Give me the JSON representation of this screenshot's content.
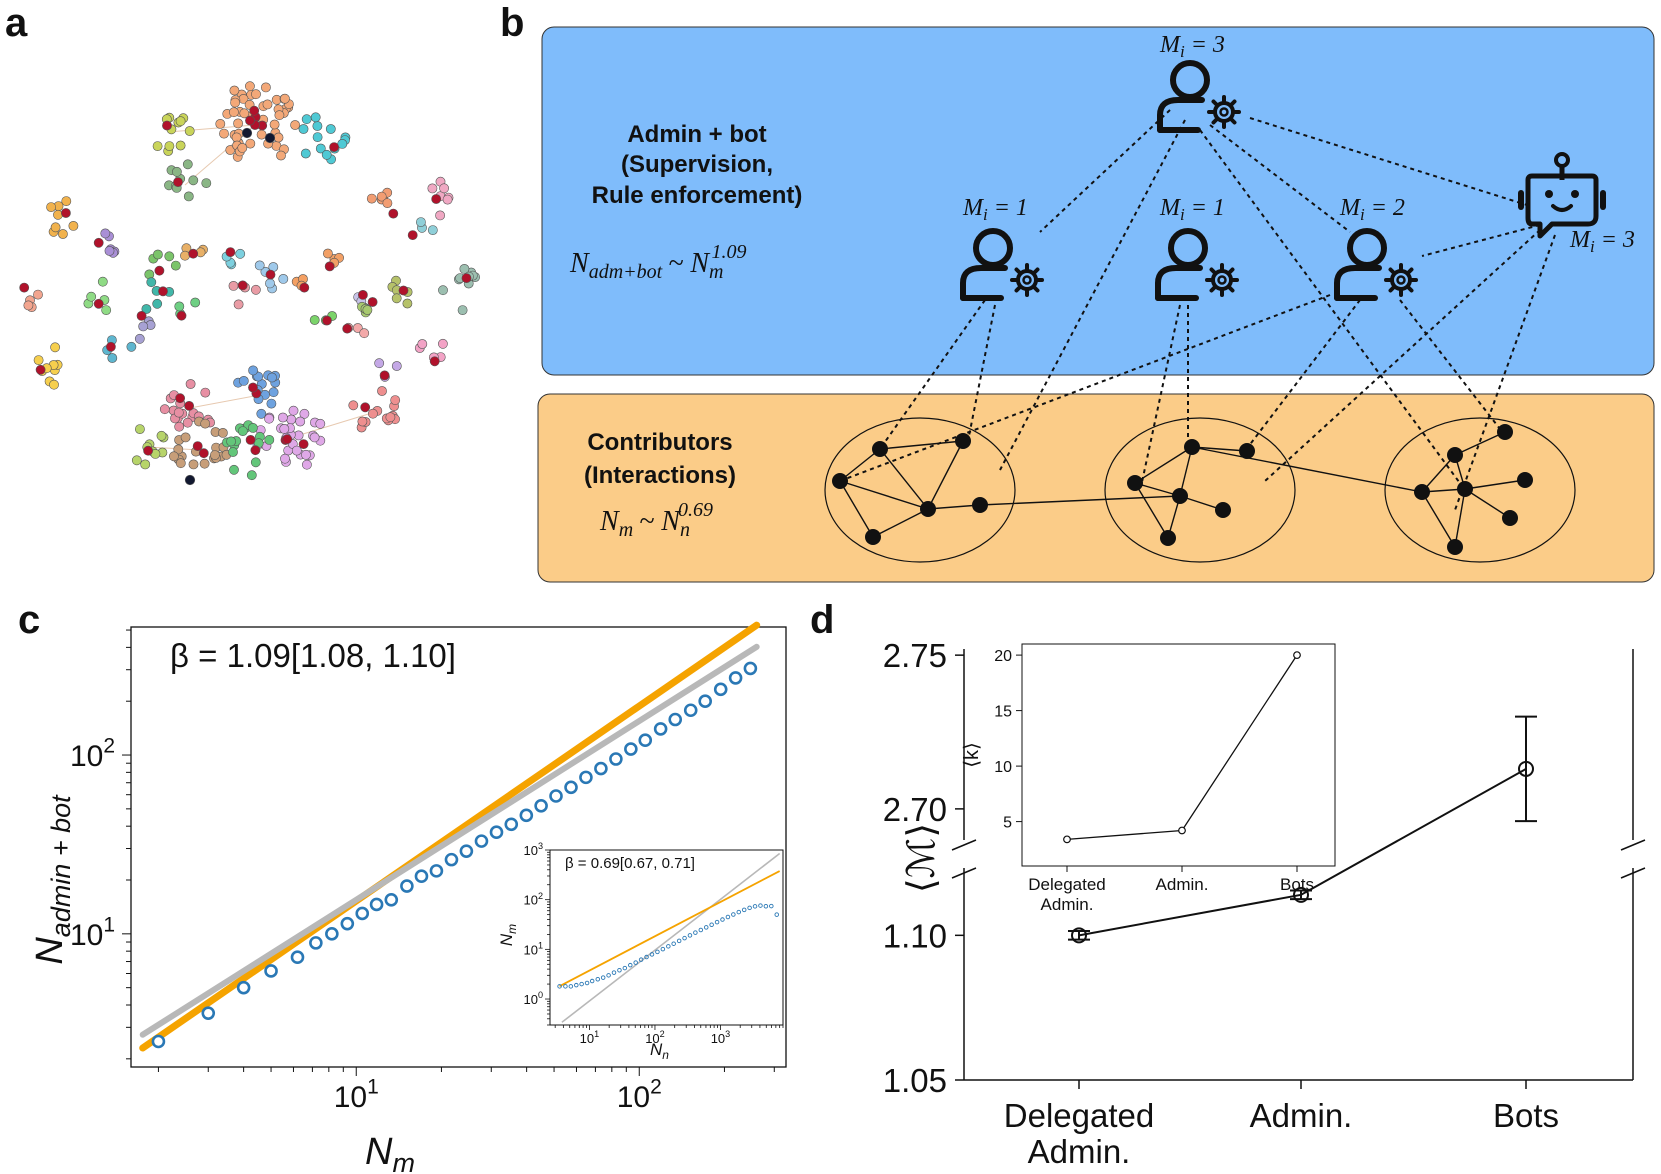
{
  "panel_labels": {
    "a": "a",
    "b": "b",
    "c": "c",
    "d": "d"
  },
  "panel_b": {
    "admin_title_1": "Admin + bot",
    "admin_title_2": "(Supervision,",
    "admin_title_3": "Rule enforcement)",
    "admin_formula_base": "N",
    "admin_formula_sub": "adm+bot",
    "admin_formula_rel": "~ N",
    "admin_formula_rhs_sub": "m",
    "admin_formula_exp": "1.09",
    "contrib_title_1": "Contributors",
    "contrib_title_2": "(Interactions)",
    "contrib_formula_base": "N",
    "contrib_formula_sub": "m",
    "contrib_formula_rel": "~ N",
    "contrib_formula_rhs_sub": "n",
    "contrib_formula_exp": "0.69",
    "mi_labels": [
      "M",
      "i",
      " = 3",
      " = 1",
      " = 1",
      " = 2",
      " = 3"
    ],
    "colors": {
      "admin_box": "#7fbcfb",
      "contrib_box": "#fbcc88"
    }
  },
  "panel_c": {
    "beta_text": "β = 1.09[1.08, 1.10]",
    "xlabel_base": "N",
    "xlabel_sub": "m",
    "ylabel_base": "N",
    "ylabel_sub": "admin + bot",
    "xticks": [
      {
        "base": "10",
        "exp": "1"
      },
      {
        "base": "10",
        "exp": "2"
      }
    ],
    "yticks": [
      {
        "base": "10",
        "exp": "1"
      },
      {
        "base": "10",
        "exp": "2"
      }
    ],
    "inset": {
      "beta_text": "β = 0.69[0.67, 0.71]",
      "xlabel_base": "N",
      "xlabel_sub": "n",
      "ylabel_base": "N",
      "ylabel_sub": "m",
      "xticks": [
        {
          "base": "10",
          "exp": "1"
        },
        {
          "base": "10",
          "exp": "2"
        },
        {
          "base": "10",
          "exp": "3"
        }
      ],
      "yticks": [
        {
          "base": "10",
          "exp": "0"
        },
        {
          "base": "10",
          "exp": "1"
        },
        {
          "base": "10",
          "exp": "2"
        },
        {
          "base": "10",
          "exp": "3"
        }
      ]
    }
  },
  "panel_d": {
    "ylabel": "⟨ℳ⟩",
    "yticks_upper": [
      "2.75",
      "2.70"
    ],
    "yticks_lower": [
      "1.10",
      "1.05"
    ],
    "categories_line1": [
      "Delegated",
      "Admin.",
      "Bots"
    ],
    "categories_line2": [
      "Admin.",
      "",
      ""
    ],
    "inset": {
      "ylabel": "⟨k⟩",
      "yticks": [
        "20",
        "15",
        "10",
        "5"
      ],
      "categories_line1": [
        "Delegated",
        "Admin.",
        "Bots"
      ],
      "categories_line2": [
        "Admin.",
        "",
        ""
      ]
    }
  },
  "chart_data": [
    {
      "type": "scatter",
      "title": "β = 1.09[1.08, 1.10]",
      "xlabel": "N_m",
      "ylabel": "N_admin + bot",
      "xscale": "log",
      "yscale": "log",
      "xlim": [
        1.6,
        330
      ],
      "ylim": [
        1.8,
        520
      ],
      "series": [
        {
          "values_x": [
            2,
            3,
            4,
            5,
            6.2,
            7.2,
            8.2,
            9.3,
            10.5,
            11.8,
            13.3,
            15.1,
            17,
            19.2,
            21.7,
            24.5,
            27.7,
            31.3,
            35.3,
            39.9,
            45,
            50.8,
            57.4,
            64.8,
            73.2,
            82.7,
            93.4,
            105,
            119,
            134,
            152,
            171,
            194,
            219,
            247
          ],
          "values_y": [
            2.5,
            3.6,
            5,
            6.2,
            7.4,
            8.9,
            10,
            11.4,
            13,
            14.6,
            15.5,
            18.5,
            21,
            22.5,
            26,
            29,
            33,
            37,
            41,
            46,
            52,
            59,
            66,
            75,
            84,
            95,
            108,
            121,
            140,
            158,
            178,
            200,
            233,
            270,
            305
          ]
        }
      ],
      "fit_lines": [
        "β = 1.09 fit",
        "reference slope 1"
      ],
      "grid": false
    },
    {
      "type": "scatter",
      "title": "β = 0.69[0.67, 0.71]",
      "xlabel": "N_n",
      "ylabel": "N_m",
      "xscale": "log",
      "yscale": "log",
      "xlim": [
        2.5,
        9000
      ],
      "ylim": [
        0.3,
        1000
      ],
      "series": [
        {
          "values_x": [
            3.5,
            4.3,
            5.2,
            6.3,
            7.6,
            9.2,
            11,
            13.4,
            16.2,
            19.6,
            23.7,
            28.7,
            34.7,
            42,
            50.8,
            61.5,
            74.4,
            90,
            109,
            132,
            160,
            193,
            234,
            283,
            342,
            414,
            501,
            606,
            733,
            887,
            1073,
            1299,
            1572,
            1902,
            2301,
            2784,
            3369,
            4076,
            4933,
            5969,
            7222
          ],
          "values_y": [
            1.8,
            1.8,
            1.8,
            1.9,
            2.0,
            2.1,
            2.3,
            2.5,
            2.7,
            3.0,
            3.4,
            3.8,
            4.2,
            4.8,
            5.4,
            6.2,
            7.0,
            7.9,
            8.9,
            10.1,
            11.5,
            13.0,
            14.8,
            16.8,
            19.1,
            21.7,
            24.5,
            27.7,
            31.3,
            35.3,
            39.8,
            44.8,
            50.3,
            56.3,
            62.4,
            68.5,
            73.5,
            76.1,
            73.7,
            74.3,
            50
          ]
        }
      ],
      "grid": false
    },
    {
      "type": "line",
      "ylabel": "⟨ℳ⟩",
      "categories": [
        "Delegated Admin.",
        "Admin.",
        "Bots"
      ],
      "series": [
        {
          "values": [
            1.1,
            1.114,
            2.713
          ],
          "error": [
            0.0015,
            0.0015,
            0.017
          ]
        }
      ],
      "y_breaks": [
        [
          1.05,
          1.125
        ],
        [
          2.685,
          2.752
        ]
      ]
    },
    {
      "type": "line",
      "ylabel": "⟨k⟩",
      "categories": [
        "Delegated Admin.",
        "Admin.",
        "Bots"
      ],
      "series": [
        {
          "values": [
            3.4,
            4.2,
            20
          ]
        }
      ],
      "ylim": [
        1,
        21
      ]
    }
  ]
}
